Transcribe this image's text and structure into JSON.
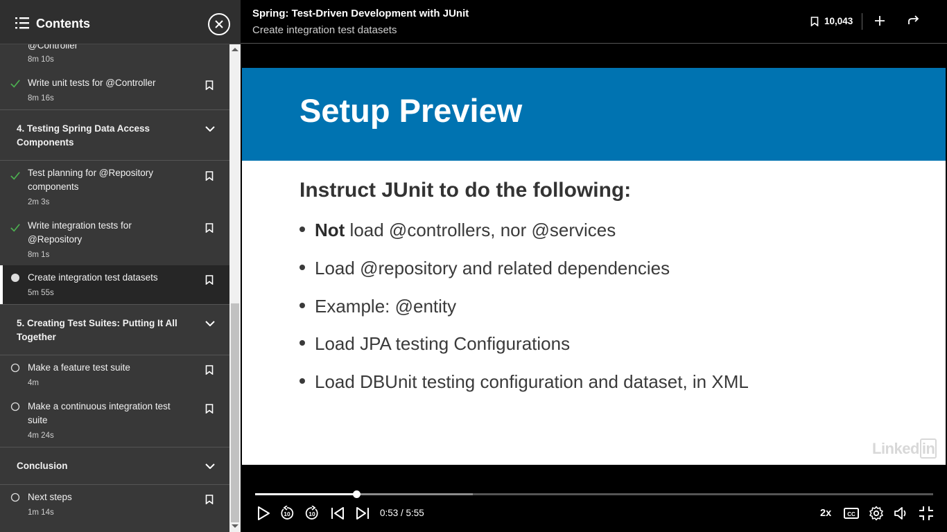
{
  "sidebar": {
    "title": "Contents",
    "items": [
      {
        "title": "@Controller",
        "duration": "8m 10s",
        "status": "none"
      },
      {
        "title": "Write unit tests for @Controller",
        "duration": "8m 16s",
        "status": "complete"
      },
      {
        "title": "Test planning for @Repository components",
        "duration": "2m 3s",
        "status": "complete"
      },
      {
        "title": "Write integration tests for @Repository",
        "duration": "8m 1s",
        "status": "complete"
      },
      {
        "title": "Create integration test datasets",
        "duration": "5m 55s",
        "status": "current"
      },
      {
        "title": "Make a feature test suite",
        "duration": "4m",
        "status": "not-started"
      },
      {
        "title": "Make a continuous integration test suite",
        "duration": "4m 24s",
        "status": "not-started"
      },
      {
        "title": "Next steps",
        "duration": "1m 14s",
        "status": "not-started"
      }
    ],
    "sections": [
      {
        "title": "4. Testing Spring Data Access Components"
      },
      {
        "title": "5. Creating Test Suites: Putting It All Together"
      },
      {
        "title": "Conclusion"
      }
    ]
  },
  "header": {
    "course_title": "Spring: Test-Driven Development with JUnit",
    "video_title": "Create integration test datasets",
    "saved_count": "10,043"
  },
  "slide": {
    "title": "Setup Preview",
    "subtitle": "Instruct JUnit to do the following:",
    "bullets": [
      {
        "bold": "Not",
        "text": " load @controllers, nor @services"
      },
      {
        "bold": "",
        "text": "Load @repository and related dependencies"
      },
      {
        "bold": "",
        "text": "Example: @entity"
      },
      {
        "bold": "",
        "text": "Load JPA testing Configurations"
      },
      {
        "bold": "",
        "text": "Load DBUnit testing configuration and dataset, in XML"
      }
    ],
    "watermark_main": "Linked",
    "watermark_box": "in"
  },
  "player": {
    "time": "0:53 / 5:55",
    "speed": "2x",
    "progress_fraction": 0.149,
    "buffer_fraction": 0.321
  },
  "colors": {
    "accent": "#0073b1",
    "complete_check": "#4caf50"
  }
}
